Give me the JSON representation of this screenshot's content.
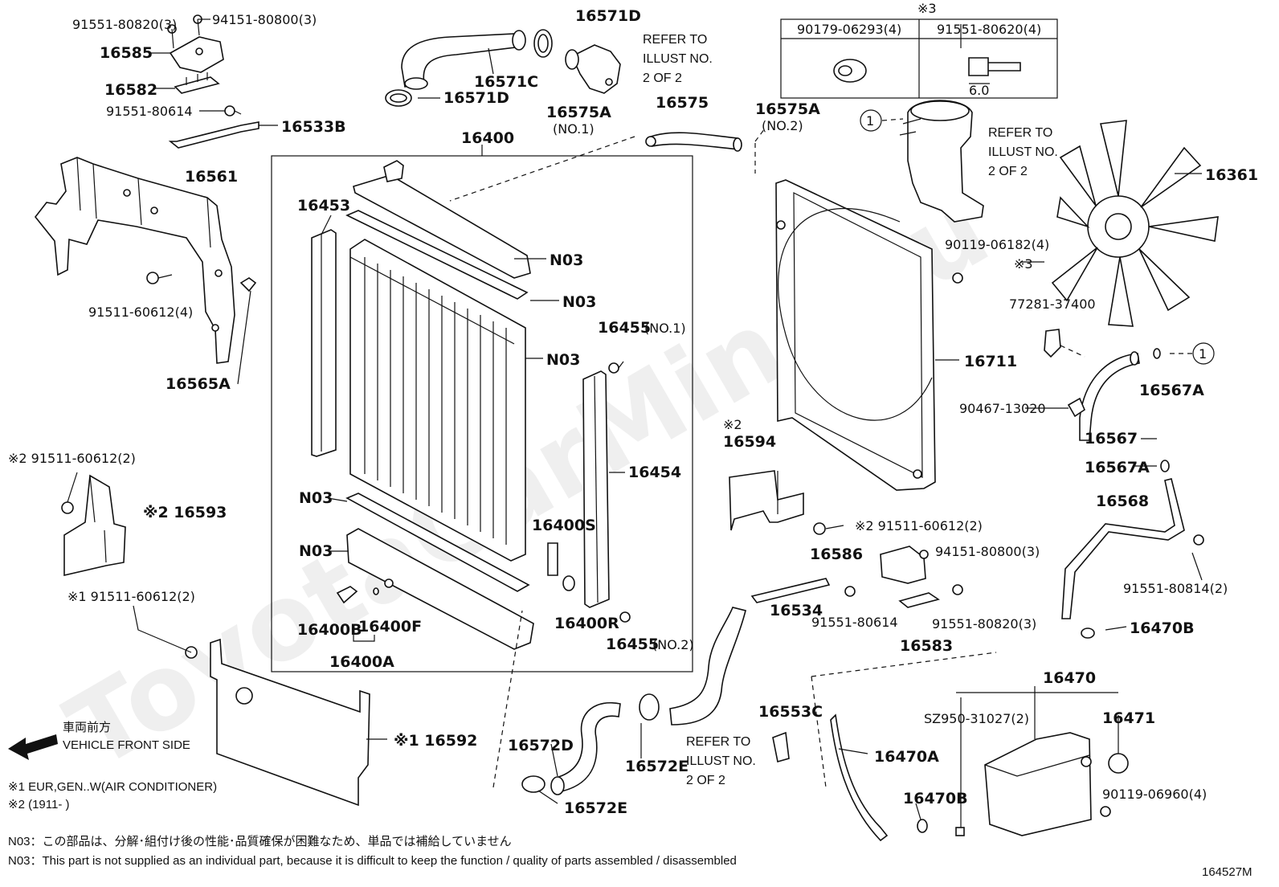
{
  "diagram_id": "164527M",
  "watermark": "ToyotaCarMine.ru",
  "front_side": {
    "jp": "車両前方",
    "en": "VEHICLE FRONT SIDE"
  },
  "legend": {
    "note1": "※1 EUR,GEN..W(AIR CONDITIONER)",
    "note2": "※2 (1911-      )"
  },
  "footnotes": {
    "jp": "N03：この部品は、分解･組付け後の性能･品質確保が困難なため、単品では補給していません",
    "en": "N03：This part is not supplied as an individual part, because it is difficult to keep the function / quality of parts assembled / disassembled"
  },
  "table": {
    "mark": "※3",
    "col1": "90179-06293(4)",
    "col2": "91551-80620(4)",
    "dim": "6.0"
  },
  "labels": {
    "p91551_80820_3a": "91551-80820(3)",
    "p94151_80800_3a": "94151-80800(3)",
    "p16585": "16585",
    "p16582": "16582",
    "p91551_80614a": "91551-80614",
    "p16533B": "16533B",
    "p16561": "16561",
    "p91511_60612_4": "91511-60612(4)",
    "p16565A": "16565A",
    "p16571D_top": "16571D",
    "p16571C": "16571C",
    "p16571D_mid": "16571D",
    "ref_top_1": "REFER TO",
    "ref_top_2": "ILLUST NO.",
    "ref_top_3": "2 OF 2",
    "p16575A_1": "16575A",
    "p16575A_1q": "(NO.1)",
    "p16575": "16575",
    "p16575A_2": "16575A",
    "p16575A_2q": "(NO.2)",
    "p16400": "16400",
    "p16453": "16453",
    "n03_a": "N03",
    "n03_b": "N03",
    "n03_c": "N03",
    "n03_d": "N03",
    "n03_e": "N03",
    "p16455_1": "16455",
    "p16455_1q": "(NO.1)",
    "p16454": "16454",
    "p16400S": "16400S",
    "p16400B": "16400B",
    "p16400F": "16400F",
    "p16400R": "16400R",
    "p16455_2": "16455",
    "p16455_2q": "(NO.2)",
    "p16400A": "16400A",
    "circle1_a": "1",
    "ref_right_1": "REFER TO",
    "ref_right_2": "ILLUST NO.",
    "ref_right_3": "2 OF 2",
    "p16361": "16361",
    "p90119_06182": "90119-06182(4)",
    "mark3": "※3",
    "p77281_37400": "77281-37400",
    "circle1_b": "1",
    "p16711": "16711",
    "p16567A_a": "16567A",
    "p90467_13020": "90467-13020",
    "p16567": "16567",
    "p16567A_b": "16567A",
    "p16594_mark": "※2",
    "p16594": "16594",
    "p16568": "16568",
    "p91511_60612_2r": "※2 91511-60612(2)",
    "p16586": "16586",
    "p94151_80800_3b": "94151-80800(3)",
    "p91551_80814": "91551-80814(2)",
    "p16534": "16534",
    "p91551_80614b": "91551-80614",
    "p91551_80820_3b": "91551-80820(3)",
    "p16583": "16583",
    "p16470B_a": "16470B",
    "p91511_60612_2a": "※2 91511-60612(2)",
    "p16593": "※2 16593",
    "p91511_60612_2b": "※1 91511-60612(2)",
    "p16592": "※1 16592",
    "p16470": "16470",
    "sz950": "SZ950-31027(2)",
    "p16471": "16471",
    "p16553C": "16553C",
    "p16470A": "16470A",
    "p90119_06960": "90119-06960(4)",
    "p16470B_b": "16470B",
    "p16572D": "16572D",
    "p16572E_a": "16572E",
    "p16572E_b": "16572E",
    "ref_bottom_1": "REFER TO",
    "ref_bottom_2": "ILLUST NO.",
    "ref_bottom_3": "2 OF 2"
  }
}
